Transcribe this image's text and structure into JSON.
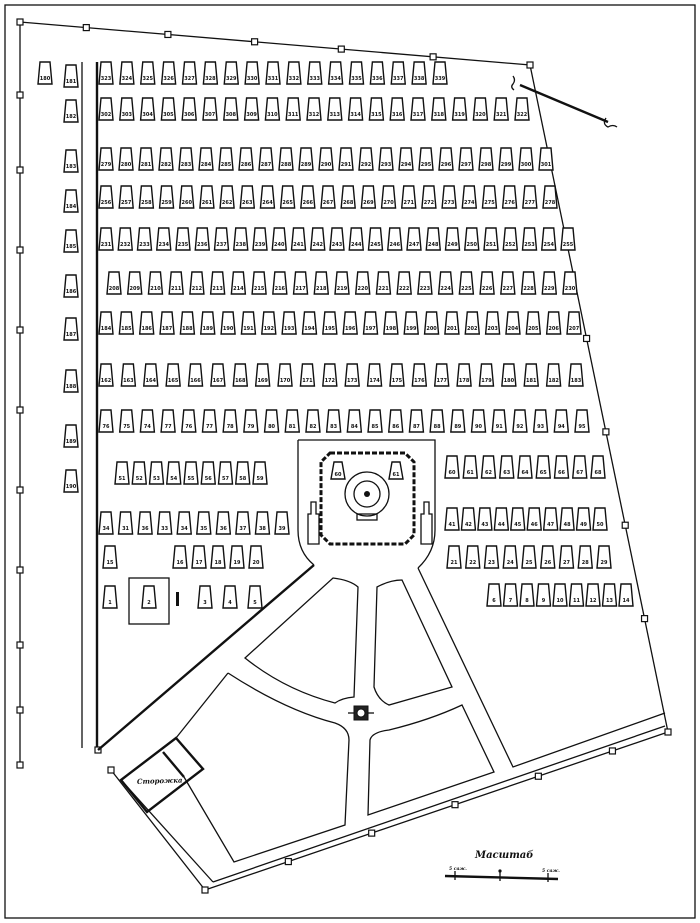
{
  "title_scale": "Масштаб",
  "scale": {
    "left_label": "5 саж.",
    "right_label": "5 саж."
  },
  "watchhouse_label": "Сторожка",
  "chapel_graves": [
    "60",
    "61"
  ],
  "left_column": [
    "180",
    "181",
    "182",
    "183",
    "184",
    "185",
    "186",
    "187",
    "188",
    "189",
    "190"
  ],
  "rows": [
    {
      "labels": [
        "323",
        "324",
        "325",
        "326",
        "327",
        "328",
        "329",
        "330",
        "331",
        "332",
        "333",
        "334",
        "335",
        "336",
        "337",
        "338",
        "339"
      ]
    },
    {
      "labels": [
        "302",
        "303",
        "304",
        "305",
        "306",
        "307",
        "308",
        "309",
        "310",
        "311",
        "312",
        "313",
        "314",
        "315",
        "316",
        "317",
        "318",
        "319",
        "320",
        "321",
        "322"
      ]
    },
    {
      "labels": [
        "279",
        "280",
        "281",
        "282",
        "283",
        "284",
        "285",
        "286",
        "287",
        "288",
        "289",
        "290",
        "291",
        "292",
        "293",
        "294",
        "295",
        "296",
        "297",
        "298",
        "299",
        "300",
        "301"
      ]
    },
    {
      "labels": [
        "256",
        "257",
        "258",
        "259",
        "260",
        "261",
        "262",
        "263",
        "264",
        "265",
        "266",
        "267",
        "268",
        "269",
        "270",
        "271",
        "272",
        "273",
        "274",
        "275",
        "276",
        "277",
        "278"
      ]
    },
    {
      "labels": [
        "231",
        "232",
        "233",
        "234",
        "235",
        "236",
        "237",
        "238",
        "239",
        "240",
        "241",
        "242",
        "243",
        "244",
        "245",
        "246",
        "247",
        "248",
        "249",
        "250",
        "251",
        "252",
        "253",
        "254",
        "255"
      ]
    },
    {
      "labels": [
        "208",
        "209",
        "210",
        "211",
        "212",
        "213",
        "214",
        "215",
        "216",
        "217",
        "218",
        "219",
        "220",
        "221",
        "222",
        "223",
        "224",
        "225",
        "226",
        "227",
        "228",
        "229",
        "230"
      ]
    },
    {
      "labels": [
        "184",
        "185",
        "186",
        "187",
        "188",
        "189",
        "190",
        "191",
        "192",
        "193",
        "194",
        "195",
        "196",
        "197",
        "198",
        "199",
        "200",
        "201",
        "202",
        "203",
        "204",
        "205",
        "206",
        "207"
      ]
    },
    {
      "labels": [
        "162",
        "163",
        "164",
        "165",
        "166",
        "167",
        "168",
        "169",
        "170",
        "171",
        "172",
        "173",
        "174",
        "175",
        "176",
        "177",
        "178",
        "179",
        "180",
        "181",
        "182",
        "183"
      ]
    },
    {
      "labels": [
        "76",
        "75",
        "74",
        "77",
        "76",
        "77",
        "78",
        "79",
        "80",
        "81",
        "82",
        "83",
        "84",
        "85",
        "86",
        "87",
        "88",
        "89",
        "90",
        "91",
        "92",
        "93",
        "94",
        "95"
      ]
    }
  ],
  "lower_rows_left": [
    {
      "labels": [
        "51",
        "52",
        "53",
        "54",
        "55",
        "56",
        "57",
        "58",
        "59"
      ]
    },
    {
      "labels": [
        "34",
        "31",
        "36",
        "33",
        "34",
        "35",
        "36",
        "37",
        "38",
        "39"
      ]
    },
    {
      "labels": [
        "15",
        "16",
        "17",
        "18",
        "19",
        "20"
      ]
    },
    {
      "labels": [
        "1",
        "2",
        "3",
        "4",
        "5"
      ]
    }
  ],
  "lower_rows_right": [
    {
      "labels": [
        "60",
        "61",
        "62",
        "63",
        "64",
        "65",
        "66",
        "67",
        "68"
      ]
    },
    {
      "labels": [
        "41",
        "42",
        "43",
        "44",
        "45",
        "46",
        "47",
        "48",
        "49",
        "50"
      ]
    },
    {
      "labels": [
        "21",
        "22",
        "23",
        "24",
        "25",
        "26",
        "27",
        "28",
        "29"
      ]
    },
    {
      "labels": [
        "6",
        "7",
        "8",
        "9",
        "10",
        "11",
        "12",
        "13",
        "14"
      ]
    }
  ],
  "colors": {
    "ink": "#111111",
    "paper": "#ffffff"
  }
}
